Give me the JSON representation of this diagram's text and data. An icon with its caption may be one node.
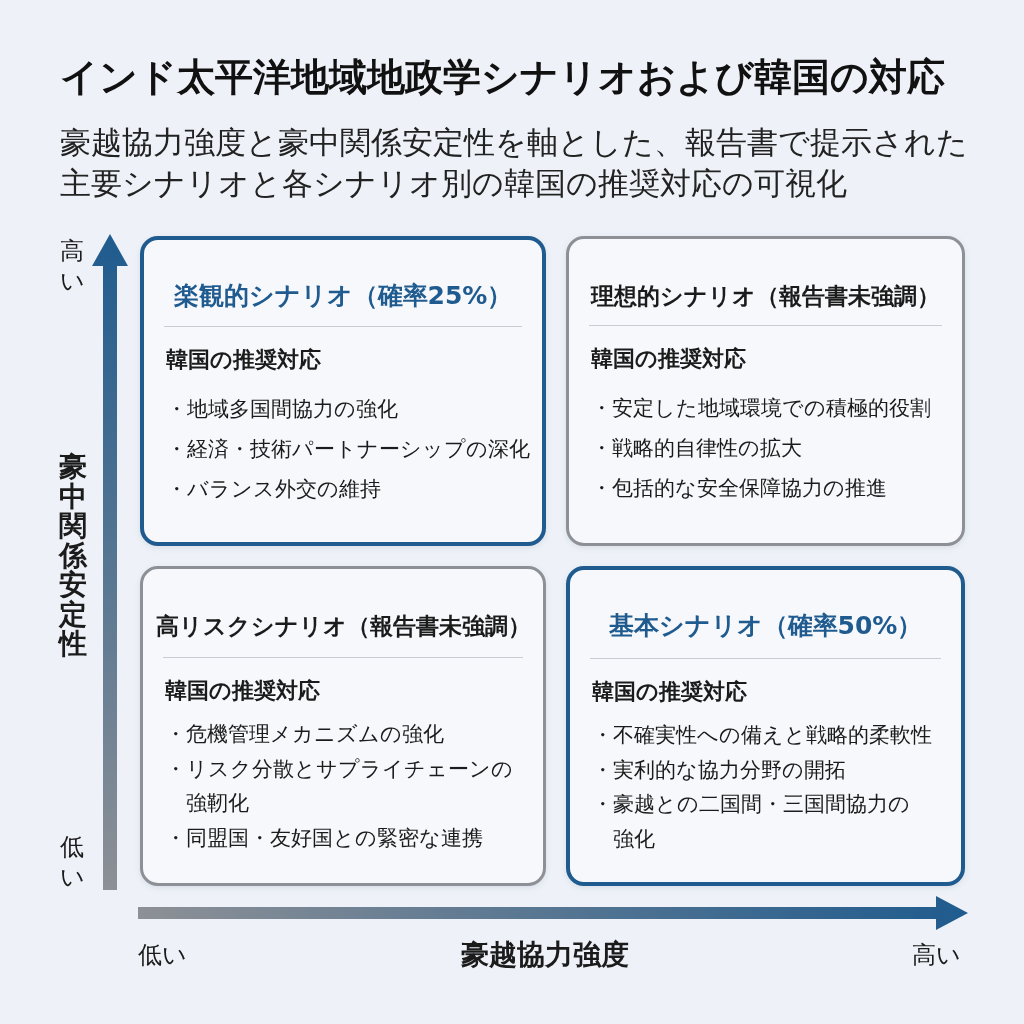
{
  "diagram": {
    "title": "インド太平洋地域地政学シナリオおよび韓国の対応",
    "caption": "豪越協力強度と豪中関係安定性を軸とした、報告書で提示された主要シナリオと各シナリオ別の韓国の推奨対応の可視化",
    "nodes": [
      {
        "text": [
          "楽観的シナリオ（確率25%）",
          "韓国の推奨対応",
          "・地域多国間協力の強化",
          "・経済・技術パートナーシップの深化",
          "・バランス外交の維持"
        ]
      },
      {
        "text": [
          "理想的シナリオ（報告書未強調）",
          "韓国の推奨対応",
          "・安定した地域環境での積極的役割",
          "・戦略的自律性の拡大",
          "・包括的な安全保障協力の推進"
        ]
      },
      {
        "text": [
          "高リスクシナリオ（報告書未強調）",
          "韓国の推奨対応",
          "・危機管理メカニズムの強化",
          "・リスク分散とサプライチェーンの強靭化",
          "・同盟国・友好国との緊密な連携"
        ]
      },
      {
        "text": [
          "基本シナリオ（確率50%）",
          "韓国の推奨対応",
          "・不確実性への備えと戦略的柔軟性",
          "・実利的な協力分野の開拓",
          "・豪越との二国間・三国間協力の強化"
        ]
      }
    ],
    "labels": [
      "高い",
      "豪中関係安定性",
      "低い",
      "低い",
      "豪越協力強度",
      "高い"
    ]
  }
}
